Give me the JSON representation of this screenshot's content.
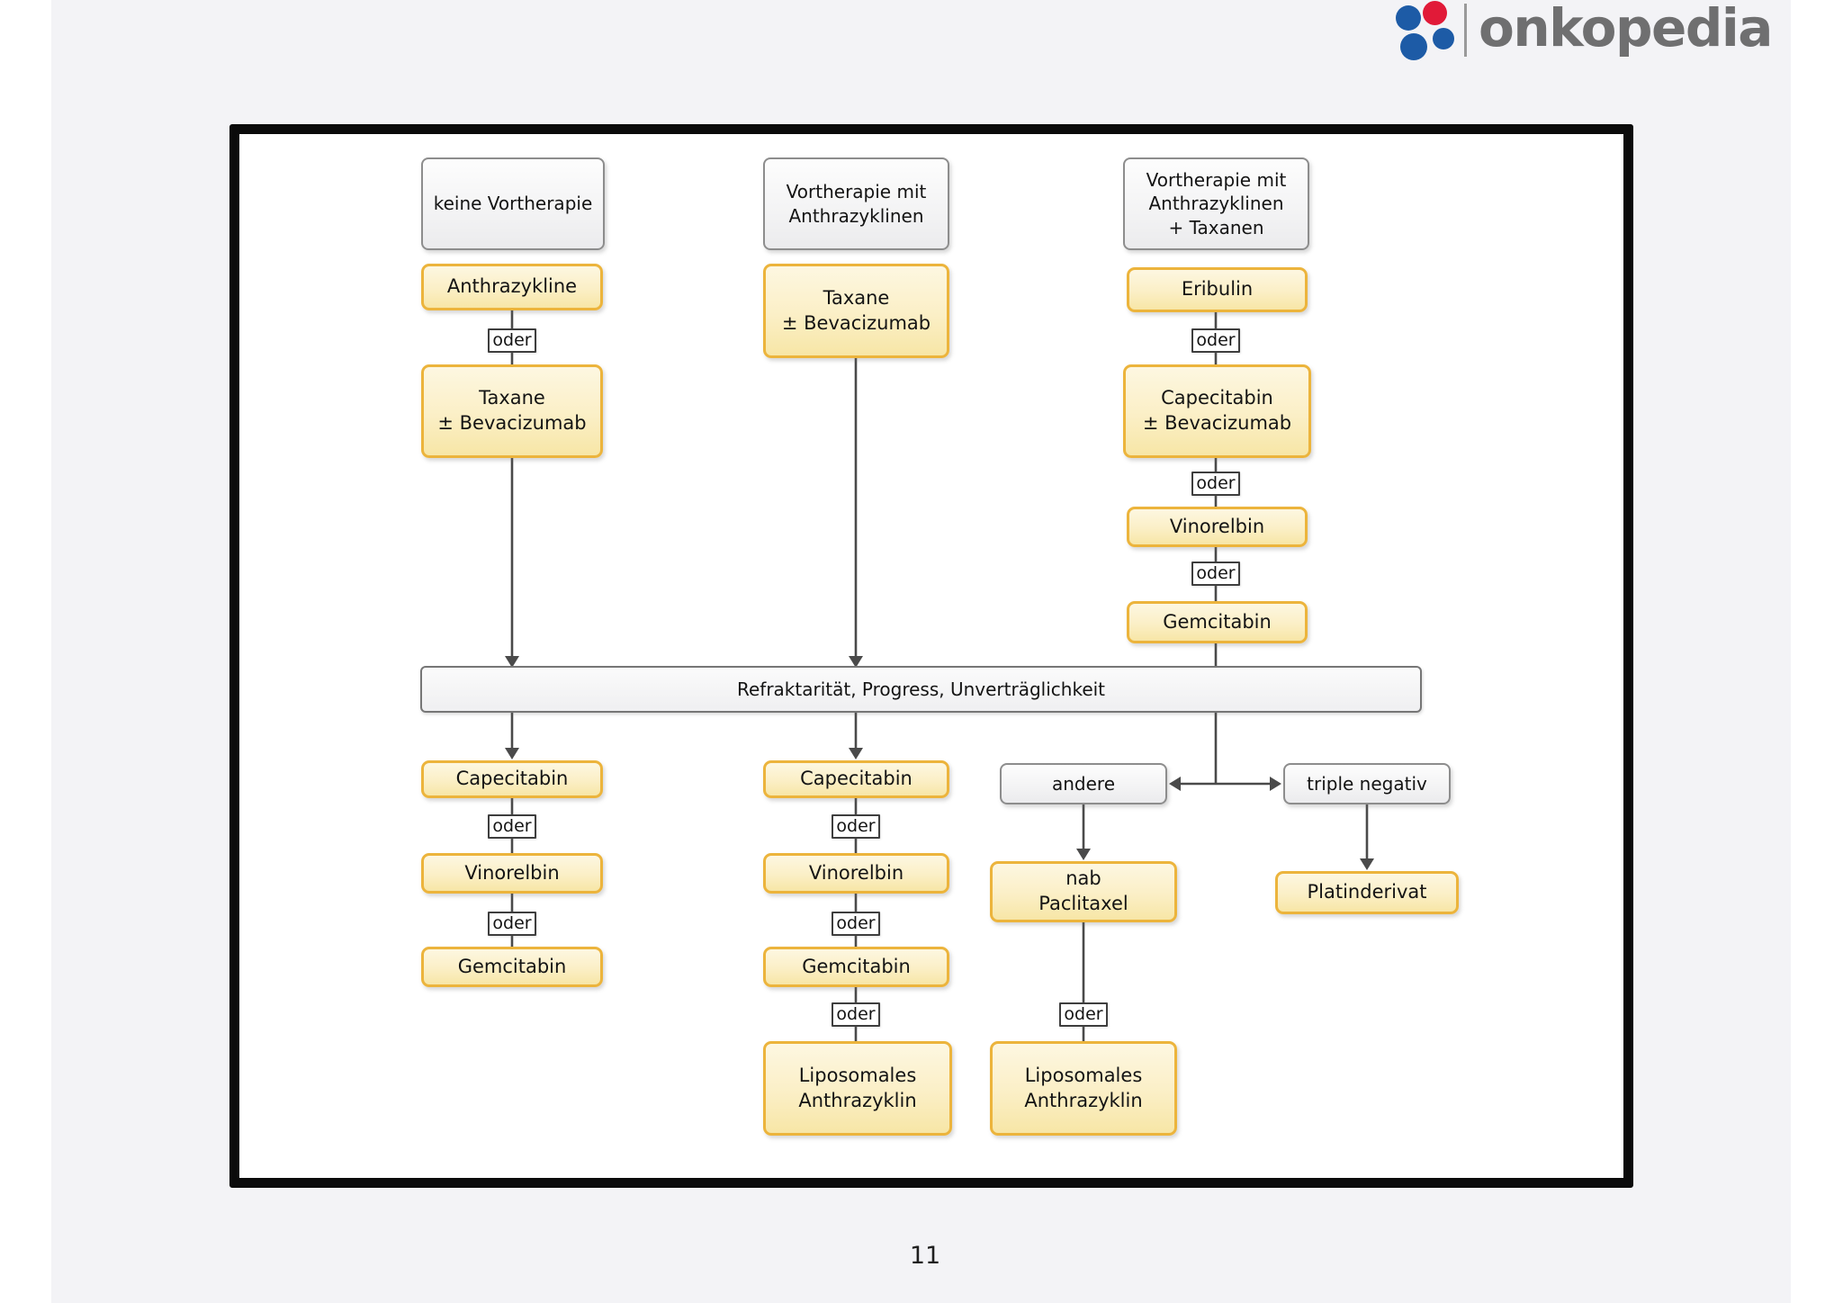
{
  "brand": {
    "name": "onkopedia",
    "dot_colors": {
      "blue": "#1d5ba6",
      "red": "#e11a38"
    },
    "text_color": "#6f6f70"
  },
  "page_number": "11",
  "colors": {
    "panel_bg": "#f3f3f6",
    "frame_border": "#0b0b0b",
    "yellow_node_border": "#ecb43c",
    "yellow_node_fill_top": "#fdf7e1",
    "yellow_node_fill_bottom": "#f7e6a6",
    "gray_node_border": "#8d8d8d",
    "line_color": "#4a4a4a"
  },
  "nodes": {
    "header1": "keine Vortherapie",
    "header2": "Vortherapie mit\nAnthrazyklinen",
    "header3": "Vortherapie mit\nAnthrazyklinen\n+ Taxanen",
    "c1_anthrazykline": "Anthrazykline",
    "c1_taxane": "Taxane\n± Bevacizumab",
    "c2_taxane": "Taxane\n± Bevacizumab",
    "c3_eribulin": "Eribulin",
    "c3_capecitabin": "Capecitabin\n± Bevacizumab",
    "c3_vinorelbin": "Vinorelbin",
    "c3_gemcitabin": "Gemcitabin",
    "bar": "Refraktarität, Progress, Unverträglichkeit",
    "c1_capecitabin": "Capecitabin",
    "c1_vinorelbin": "Vinorelbin",
    "c1_gemcitabin": "Gemcitabin",
    "c2_capecitabin": "Capecitabin",
    "c2_vinorelbin": "Vinorelbin",
    "c2_gemcitabin": "Gemcitabin",
    "c2_liposomales": "Liposomales\nAnthrazyklin",
    "andere": "andere",
    "triple_negativ": "triple negativ",
    "nab_paclitaxel": "nab\nPaclitaxel",
    "platinderivat": "Platinderivat",
    "c4_liposomales": "Liposomales\nAnthrazyklin",
    "oder": "oder"
  },
  "edges": [
    {
      "from": "keine Vortherapie: Anthrazykline",
      "to": "Taxane ± Bevacizumab",
      "label": "oder"
    },
    {
      "from": "Taxane ± Bevacizumab (Spalte 1)",
      "to": "Refraktarität, Progress, Unverträglichkeit"
    },
    {
      "from": "Vortherapie mit Anthrazyklinen: Taxane ± Bevacizumab",
      "to": "Refraktarität, Progress, Unverträglichkeit"
    },
    {
      "from": "Eribulin",
      "to": "Capecitabin ± Bevacizumab",
      "label": "oder"
    },
    {
      "from": "Capecitabin ± Bevacizumab",
      "to": "Vinorelbin",
      "label": "oder"
    },
    {
      "from": "Vinorelbin (Spalte 3)",
      "to": "Gemcitabin",
      "label": "oder"
    },
    {
      "from": "Gemcitabin (Spalte 3)",
      "to": "Refraktarität, Progress, Unverträglichkeit"
    },
    {
      "from": "Refraktarität (Spalte 1)",
      "to": "Capecitabin → oder → Vinorelbin → oder → Gemcitabin"
    },
    {
      "from": "Refraktarität (Spalte 2)",
      "to": "Capecitabin → oder → Vinorelbin → oder → Gemcitabin → oder → Liposomales Anthrazyklin"
    },
    {
      "from": "Refraktarität (Spalte 3)",
      "to": "andere"
    },
    {
      "from": "Refraktarität (Spalte 3)",
      "to": "triple negativ"
    },
    {
      "from": "andere",
      "to": "nab Paclitaxel"
    },
    {
      "from": "nab Paclitaxel",
      "to": "Liposomales Anthrazyklin",
      "label": "oder"
    },
    {
      "from": "triple negativ",
      "to": "Platinderivat"
    }
  ]
}
